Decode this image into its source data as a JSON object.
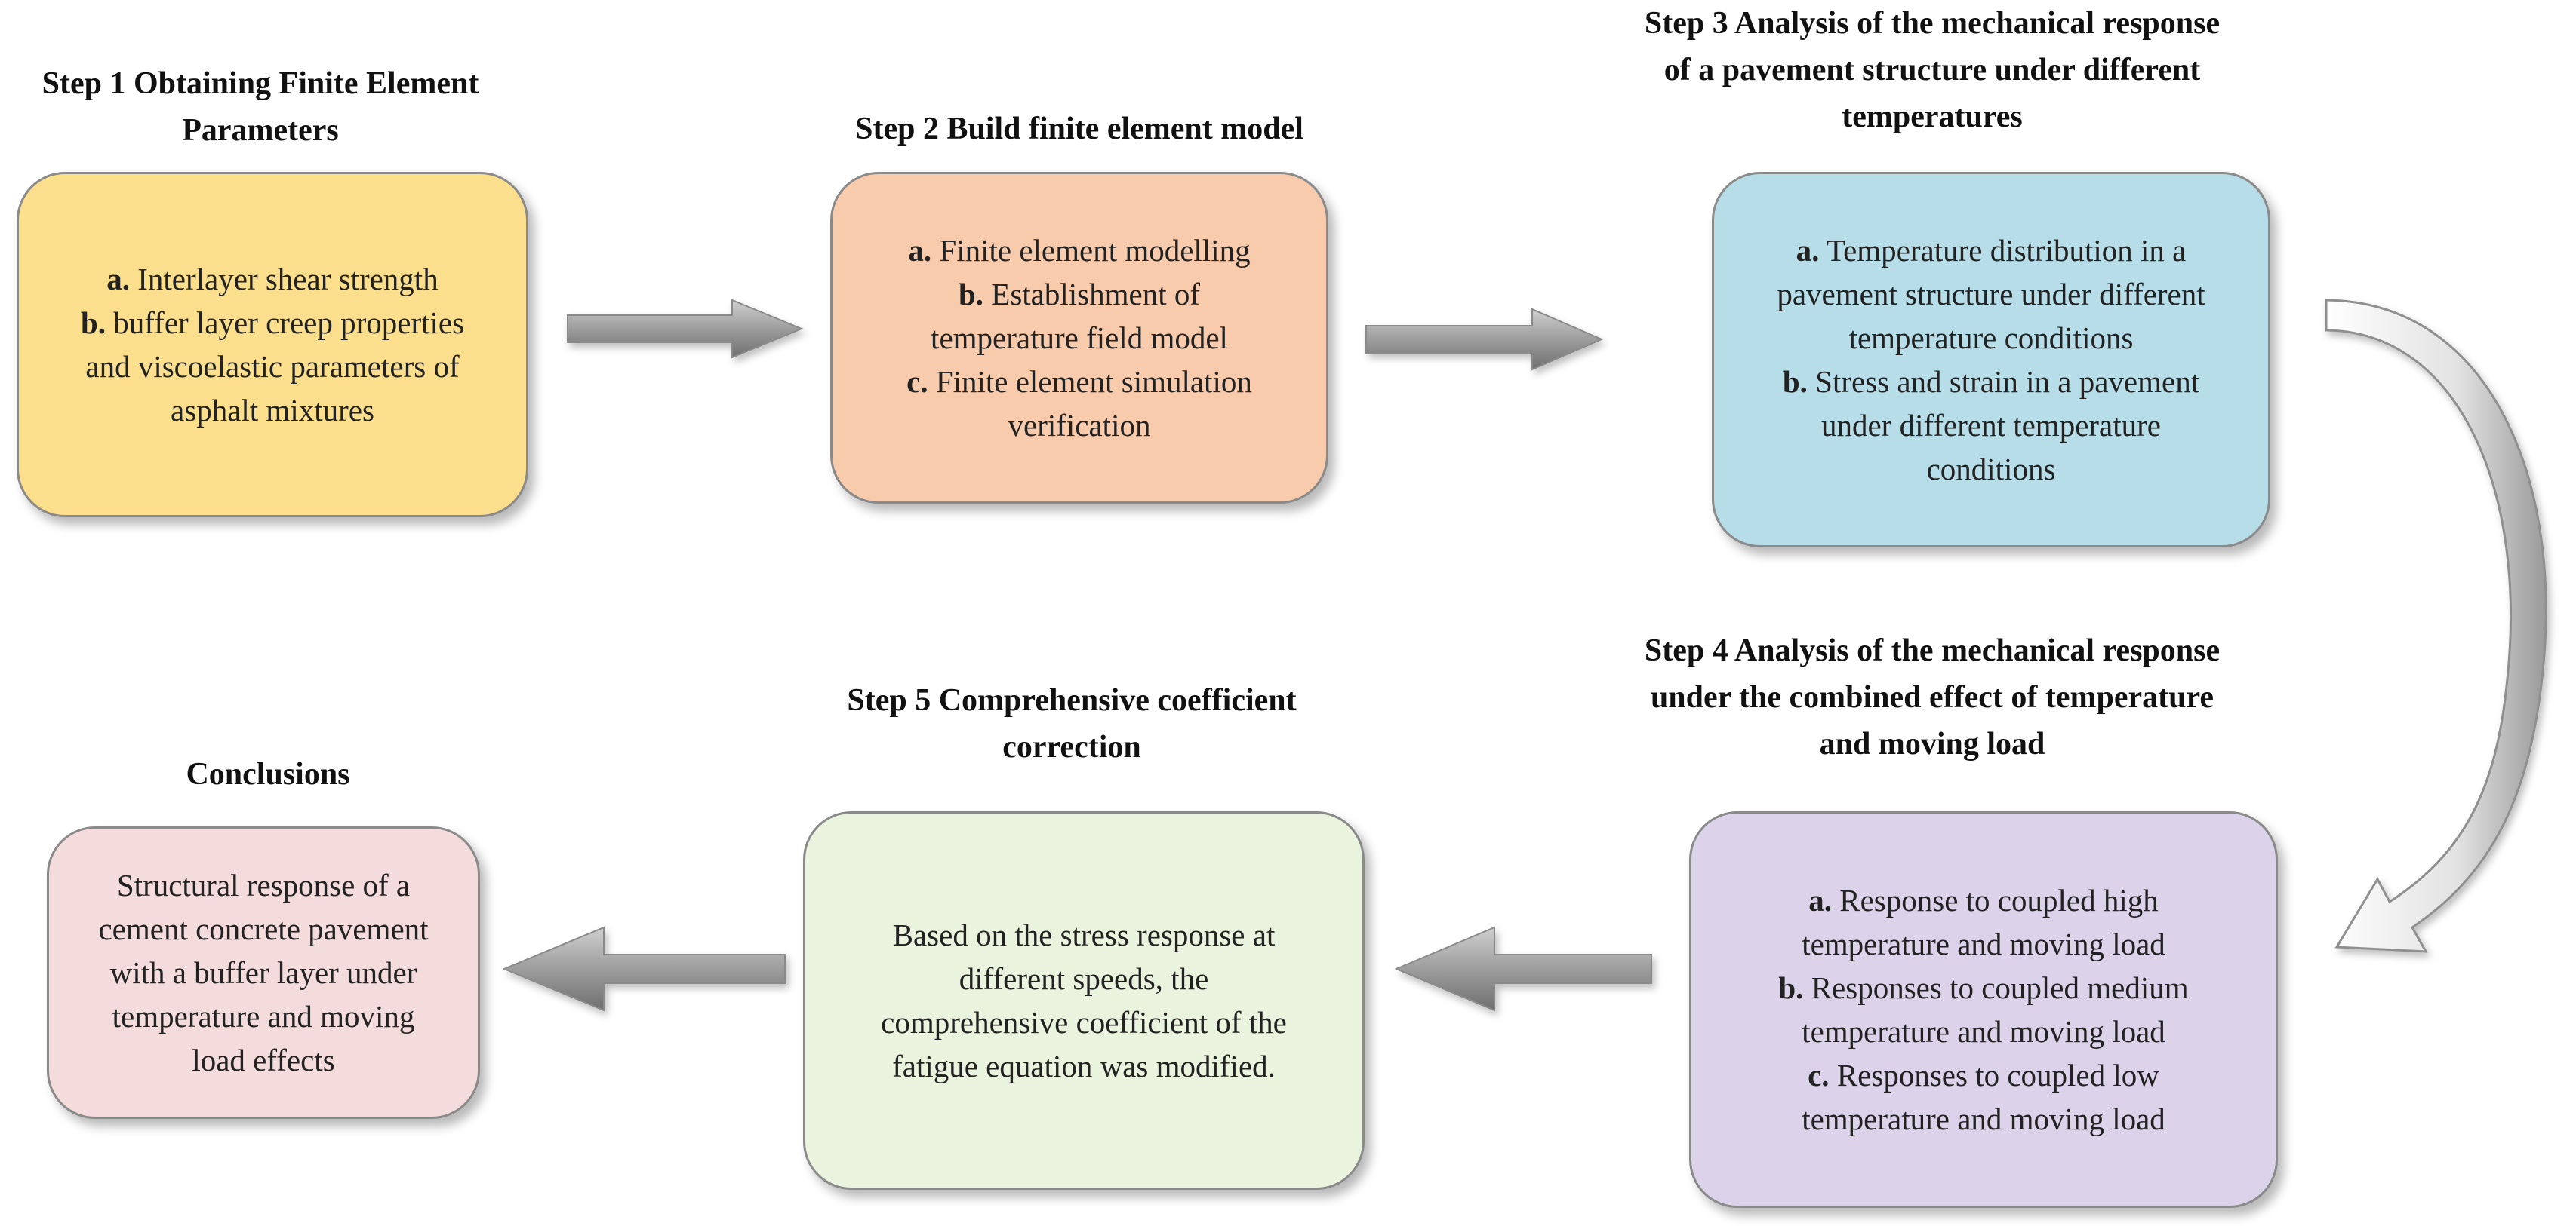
{
  "steps": {
    "step1": {
      "title": [
        "Step 1 Obtaining Finite",
        "Element Parameters"
      ],
      "lines": [
        {
          "mark": "a.",
          "text": " Interlayer shear strength"
        },
        {
          "mark": "b.",
          "text": " buffer layer creep properties"
        },
        {
          "mark": "",
          "text": "and viscoelastic parameters of"
        },
        {
          "mark": "",
          "text": "asphalt mixtures"
        }
      ],
      "color": "#fbdf8c"
    },
    "step2": {
      "title": [
        "Step 2 Build finite element model"
      ],
      "lines": [
        {
          "mark": "a.",
          "text": " Finite element modelling"
        },
        {
          "mark": "b.",
          "text": " Establishment of"
        },
        {
          "mark": "",
          "text": "temperature field model"
        },
        {
          "mark": "c.",
          "text": " Finite element simulation"
        },
        {
          "mark": "",
          "text": "verification"
        }
      ],
      "color": "#f8cbad"
    },
    "step3": {
      "title": [
        "Step 3 Analysis  of the mechanical",
        "response of a pavement structure under",
        "different temperatures"
      ],
      "lines": [
        {
          "mark": "a.",
          "text": " Temperature distribution in a"
        },
        {
          "mark": "",
          "text": "pavement structure under different"
        },
        {
          "mark": "",
          "text": "temperature conditions"
        },
        {
          "mark": "b.",
          "text": " Stress and strain in a pavement"
        },
        {
          "mark": "",
          "text": "under different temperature"
        },
        {
          "mark": "",
          "text": "conditions"
        }
      ],
      "color": "#b7dde8"
    },
    "step4": {
      "title": [
        "Step 4 Analysis of the mechanical",
        "response under the combined effect of",
        "temperature and moving load"
      ],
      "lines": [
        {
          "mark": "a.",
          "text": " Response to coupled high"
        },
        {
          "mark": "",
          "text": "temperature and moving load"
        },
        {
          "mark": "b.",
          "text": " Responses to coupled medium"
        },
        {
          "mark": "",
          "text": "temperature and moving load"
        },
        {
          "mark": "c.",
          "text": " Responses to coupled low"
        },
        {
          "mark": "",
          "text": "temperature and moving load"
        }
      ],
      "color": "#dcd3ea"
    },
    "step5": {
      "title": [
        "Step 5 Comprehensive",
        "coefficient correction"
      ],
      "lines": [
        {
          "mark": "",
          "text": "Based on the stress response at"
        },
        {
          "mark": "",
          "text": "different speeds, the"
        },
        {
          "mark": "",
          "text": "comprehensive coefficient of the"
        },
        {
          "mark": "",
          "text": "fatigue equation was modified."
        }
      ],
      "color": "#eaf3dd"
    },
    "conclusions": {
      "title": [
        "Conclusions"
      ],
      "lines": [
        {
          "mark": "",
          "text": "Structural response of a"
        },
        {
          "mark": "",
          "text": "cement concrete pavement"
        },
        {
          "mark": "",
          "text": "with a buffer layer under"
        },
        {
          "mark": "",
          "text": "temperature and moving"
        },
        {
          "mark": "",
          "text": "load effects"
        }
      ],
      "color": "#f4dcdc"
    }
  },
  "arrow_color": "#9a9a9a"
}
